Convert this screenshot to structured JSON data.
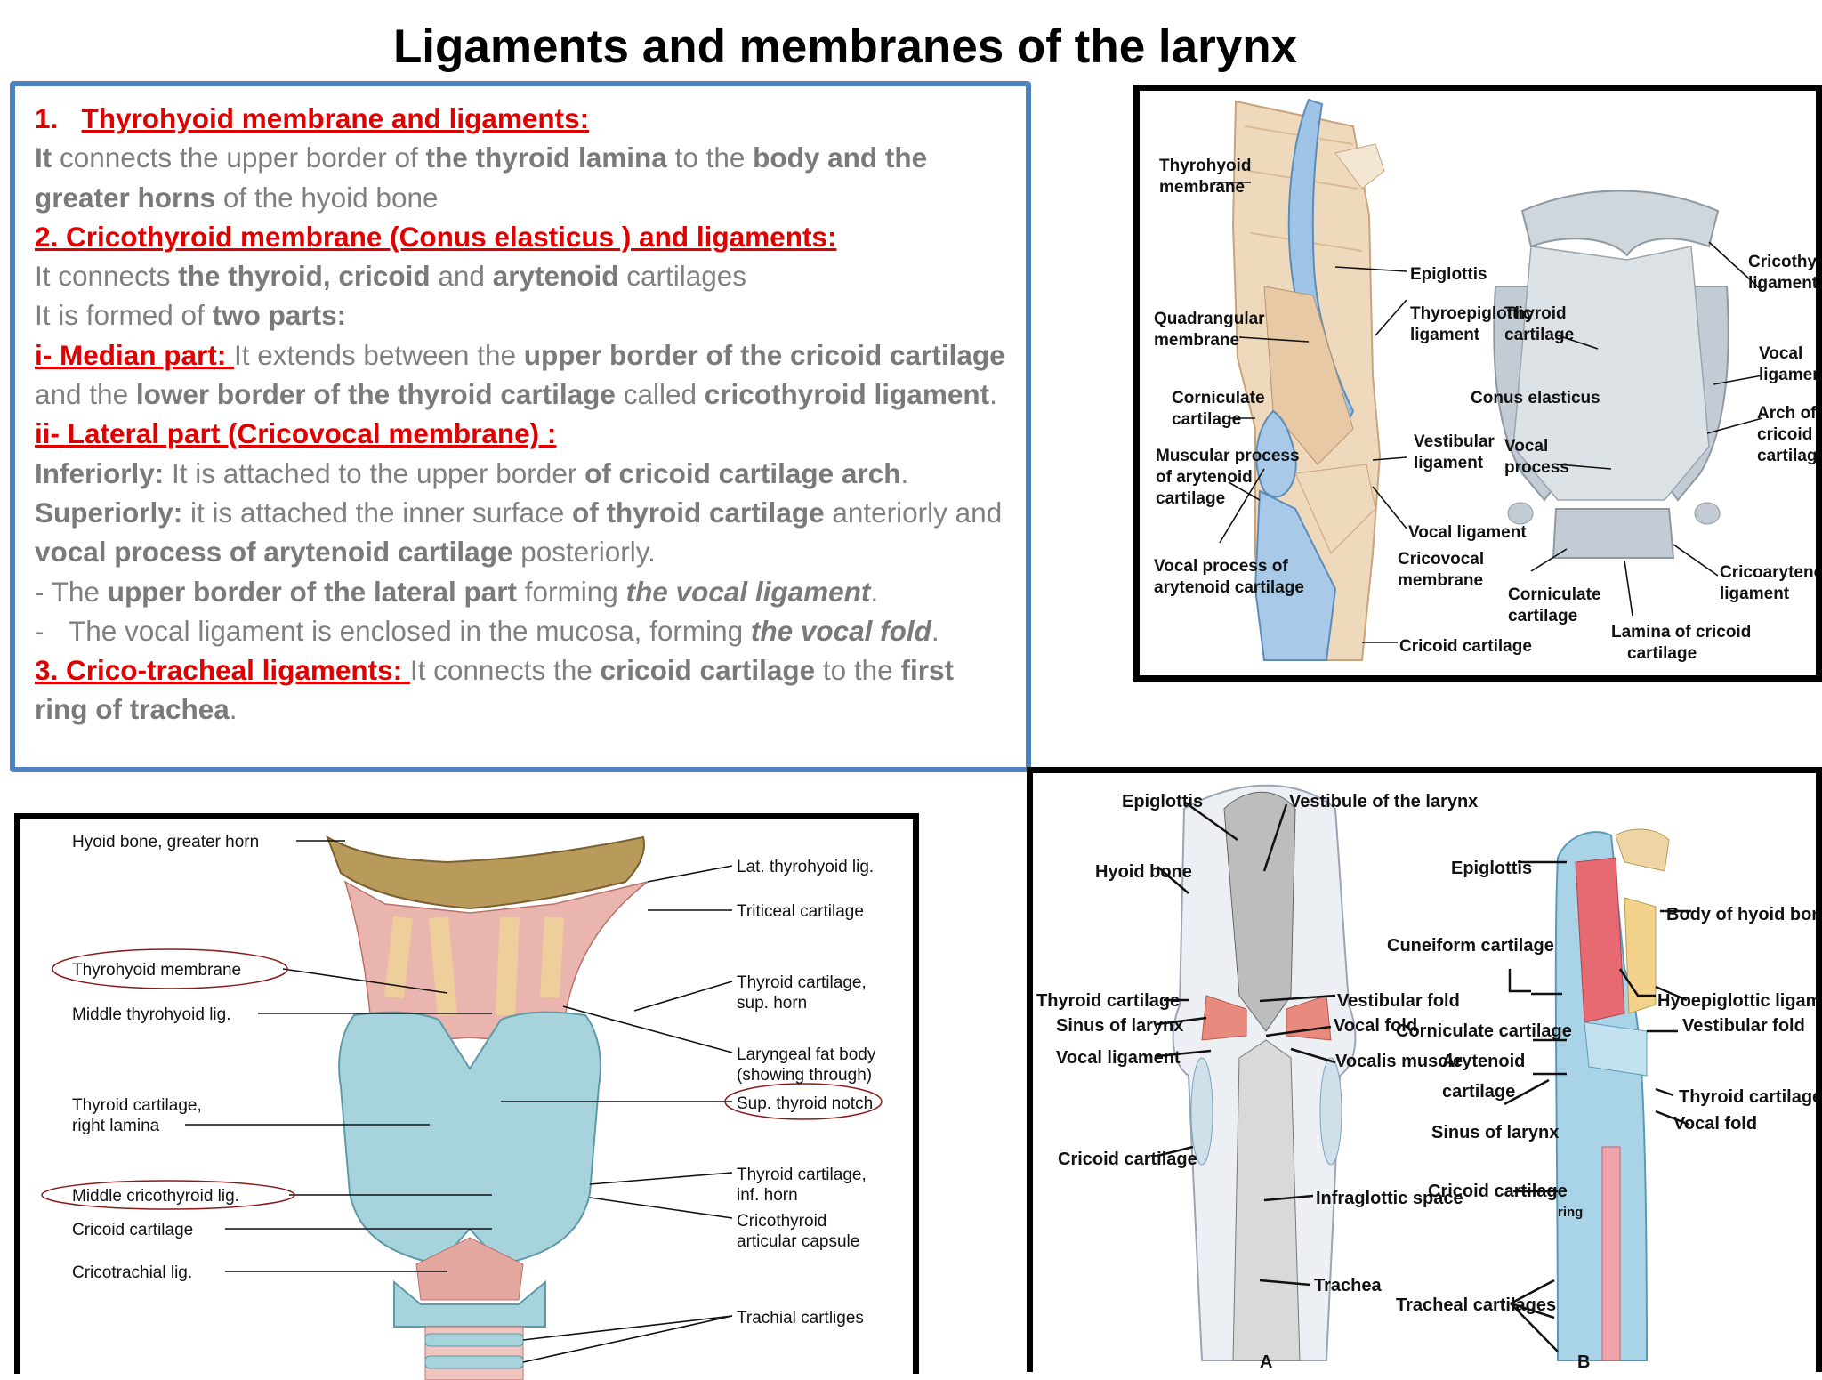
{
  "title": "Ligaments and membranes of the larynx",
  "text": {
    "h1_num": "1.",
    "h1": "Thyrohyoid membrane and ligaments:",
    "p1": [
      {
        "t": "It",
        "b": true
      },
      {
        "t": " connects the upper border of "
      },
      {
        "t": "the thyroid lamina",
        "b": true
      },
      {
        "t": " to the "
      },
      {
        "t": "body and the greater horns",
        "b": true
      },
      {
        "t": " of the hyoid bone"
      }
    ],
    "h2": "2. Cricothyroid membrane (Conus elasticus ) and ligaments:",
    "p2": [
      {
        "t": "It connects "
      },
      {
        "t": "the thyroid, cricoid",
        "b": true
      },
      {
        "t": " and "
      },
      {
        "t": "arytenoid",
        "b": true
      },
      {
        "t": " cartilages"
      }
    ],
    "p3": [
      {
        "t": " It is formed of "
      },
      {
        "t": "two parts:",
        "b": true
      }
    ],
    "h3": "i- Median part: ",
    "p4": [
      {
        "t": "It extends between the "
      },
      {
        "t": "upper border of the cricoid cartilage",
        "b": true
      },
      {
        "t": " and the "
      },
      {
        "t": "lower border of the thyroid cartilage",
        "b": true
      },
      {
        "t": " called "
      },
      {
        "t": "cricothyroid ligament",
        "b": true
      },
      {
        "t": "."
      }
    ],
    "h4": "ii- Lateral part (Cricovocal membrane) : ",
    "p5": [
      {
        "t": "Inferiorly:",
        "b": true
      },
      {
        "t": " It is attached to the upper border "
      },
      {
        "t": "of cricoid cartilage arch",
        "b": true
      },
      {
        "t": "."
      }
    ],
    "p6": [
      {
        "t": "Superiorly:",
        "b": true
      },
      {
        "t": " it is attached the inner surface "
      },
      {
        "t": "of thyroid cartilage",
        "b": true
      },
      {
        "t": " anteriorly and "
      },
      {
        "t": "vocal process of arytenoid cartilage",
        "b": true
      },
      {
        "t": " posteriorly."
      }
    ],
    "p7": [
      {
        "t": "- The "
      },
      {
        "t": "upper border of the lateral part",
        "b": true
      },
      {
        "t": " forming "
      },
      {
        "t": "the vocal ligament",
        "b": true,
        "i": true
      },
      {
        "t": "."
      }
    ],
    "p8_dash": "-",
    "p8": [
      {
        "t": "The vocal ligament is enclosed in the mucosa, forming "
      },
      {
        "t": "the vocal fold",
        "b": true,
        "i": true
      },
      {
        "t": "."
      }
    ],
    "h5": "3. Crico-tracheal ligaments: ",
    "p9": [
      {
        "t": "It connects the "
      },
      {
        "t": "cricoid cartilage",
        "b": true
      },
      {
        "t": " to the "
      },
      {
        "t": "first ring of trachea",
        "b": true
      },
      {
        "t": "."
      }
    ]
  },
  "figure1_labels": [
    "Thyrohyoid membrane",
    "Epiglottis",
    "Thyroepiglottic ligament",
    "Thyroid cartilage",
    "Cricothyroid ligament",
    "Quadrangular membrane",
    "Conus elasticus",
    "Vocal ligament",
    "Corniculate cartilage",
    "Vestibular ligament",
    "Vocal process",
    "Arch of cricoid cartilage",
    "Muscular process of arytenoid cartilage",
    "Vocal ligament",
    "Cricovocal membrane",
    "Vocal process of arytenoid cartilage",
    "Corniculate cartilage",
    "Cricoarytenoid ligament",
    "Cricoid cartilage",
    "Lamina of cricoid cartilage"
  ],
  "figure2_labels": [
    "Hyoid bone, greater horn",
    "Lat. thyrohyoid lig.",
    "Triticeal cartilage",
    "Thyrohyoid membrane",
    "Thyroid cartilage, sup. horn",
    "Middle thyrohyoid lig.",
    "Laryngeal fat body (showing through)",
    "Thyroid cartilage, right lamina",
    "Sup. thyroid notch",
    "Thyroid cartilage, inf. horn",
    "Middle cricothyroid lig.",
    "Cricoid cartilage",
    "Cricothyroid articular capsule",
    "Cricotrachial lig.",
    "Trachial cartliges"
  ],
  "figure3_labels": [
    "Epiglottis",
    "Vestibule of the larynx",
    "Hyoid bone",
    "Epiglottis",
    "Body of hyoid bone",
    "Cuneiform cartilage",
    "Thyroid cartilage",
    "Vestibular fold",
    "Hyoepiglottic ligament",
    "Sinus of larynx",
    "Vocal fold",
    "Corniculate cartilage",
    "Vestibular fold",
    "Vocal ligament",
    "Vocalis muscle",
    "Arytenoid cartilage",
    "Thyroid cartilage",
    "Vocal fold",
    "Sinus of larynx",
    "Cricoid cartilage",
    "Infraglottic space",
    "Cricoid cartilage",
    "ring",
    "Trachea",
    "Tracheal cartilages",
    "A",
    "B"
  ],
  "colors": {
    "heading_red": "#e00000",
    "body_gray": "#7f7f7f",
    "box_border": "#4f81bd"
  }
}
